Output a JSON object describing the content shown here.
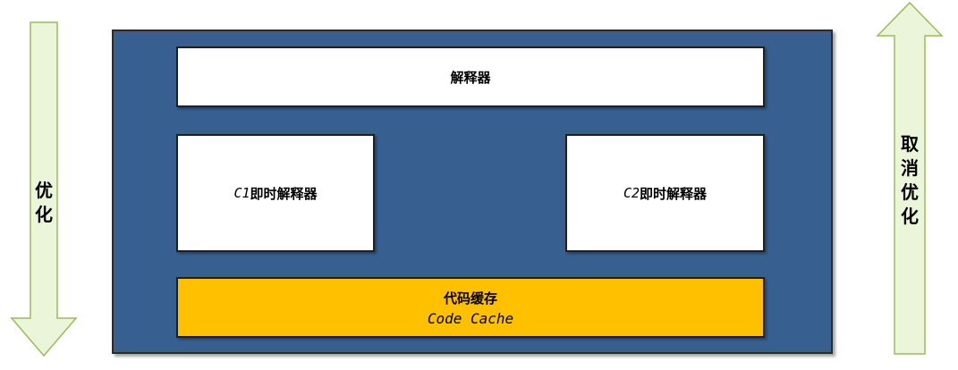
{
  "left_arrow": {
    "label_chars": [
      "优",
      "化"
    ],
    "color": "#ebf5d9",
    "border": "#9bbb59"
  },
  "right_arrow": {
    "label_chars": [
      "取",
      "消",
      "优",
      "化"
    ],
    "color": "#ebf5d9",
    "border": "#9bbb59"
  },
  "panel": {
    "background": "#376091"
  },
  "interpreter": {
    "label": "解释器"
  },
  "c1": {
    "prefix": "C1",
    "label": "即时解释器"
  },
  "c2": {
    "prefix": "C2",
    "label": "即时解释器"
  },
  "code_cache": {
    "label_cn": "代码缓存",
    "label_en": "Code Cache",
    "color": "#ffc000"
  }
}
